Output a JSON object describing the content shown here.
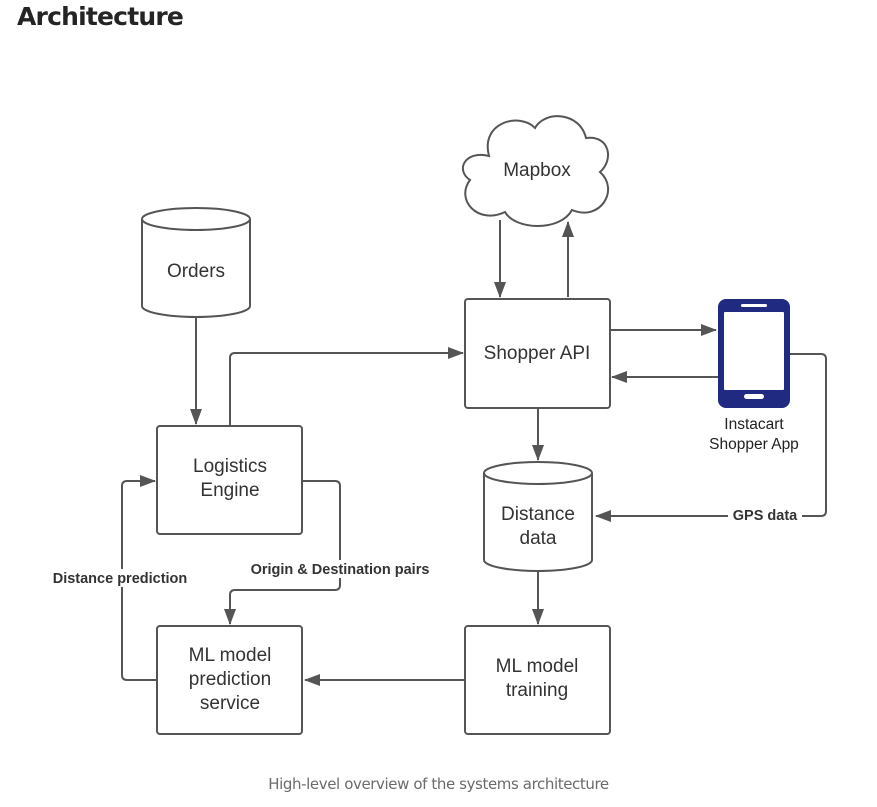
{
  "title": "Architecture",
  "caption": "High-level overview of the systems architecture",
  "nodes": {
    "mapbox": {
      "label": "Mapbox"
    },
    "orders": {
      "label": "Orders"
    },
    "shopper_api": {
      "label": "Shopper API"
    },
    "phone": {
      "line1": "Instacart",
      "line2": "Shopper App"
    },
    "logistics": {
      "line1": "Logistics",
      "line2": "Engine"
    },
    "distance_data": {
      "line1": "Distance",
      "line2": "data"
    },
    "ml_prediction": {
      "line1": "ML model",
      "line2": "prediction",
      "line3": "service"
    },
    "ml_training": {
      "line1": "ML model",
      "line2": "training"
    }
  },
  "edge_labels": {
    "gps": "GPS data",
    "origin_dest": "Origin & Destination pairs",
    "distance_prediction": "Distance prediction"
  },
  "colors": {
    "stroke": "#555555",
    "phone": "#1f2a80"
  }
}
